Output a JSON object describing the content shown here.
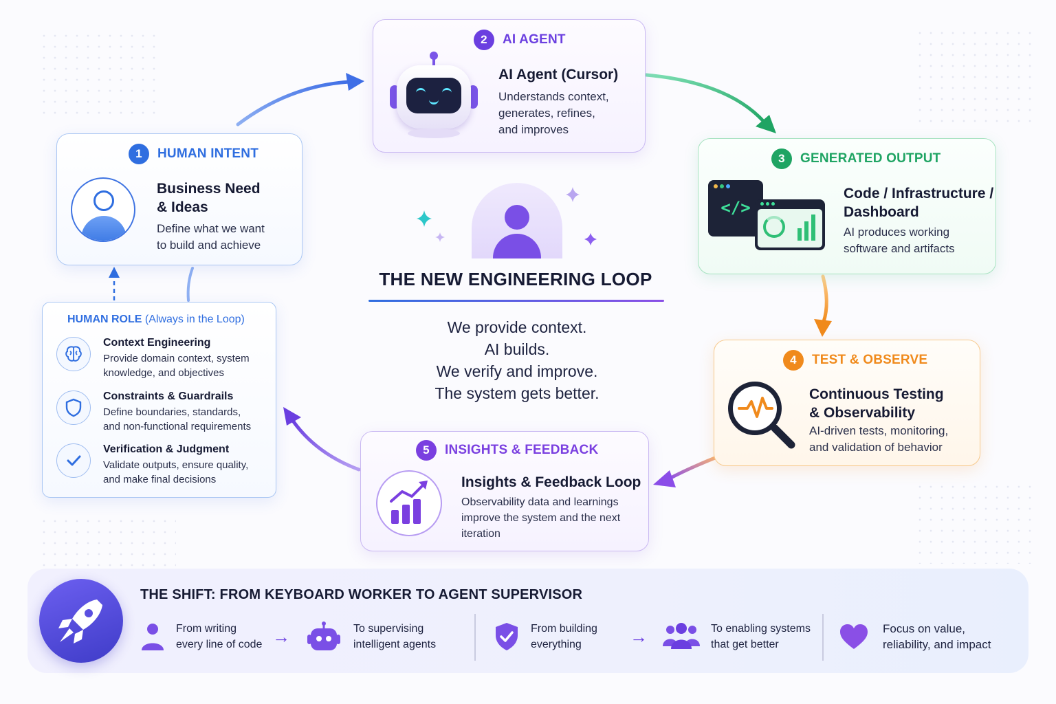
{
  "center": {
    "title": "THE NEW ENGINEERING LOOP",
    "lines": [
      "We provide context.",
      "AI builds.",
      "We verify and improve.",
      "The system gets better."
    ]
  },
  "steps": [
    {
      "num": "1",
      "label": "HUMAN INTENT",
      "title_lines": [
        "Business Need",
        "& Ideas"
      ],
      "desc_lines": [
        "Define what we want",
        "to build and achieve"
      ],
      "color": "#2f6ee0",
      "icon": "user-icon"
    },
    {
      "num": "2",
      "label": "AI AGENT",
      "title_lines": [
        "AI Agent (Cursor)"
      ],
      "desc_lines": [
        "Understands context,",
        "generates, refines,",
        "and improves"
      ],
      "color": "#6b3fe0",
      "icon": "robot-icon"
    },
    {
      "num": "3",
      "label": "GENERATED OUTPUT",
      "title_lines": [
        "Code / Infrastructure /",
        "Dashboard"
      ],
      "desc_lines": [
        "AI produces working",
        "software and artifacts"
      ],
      "color": "#1fa463",
      "icon": "code-window-icon"
    },
    {
      "num": "4",
      "label": "TEST & OBSERVE",
      "title_lines": [
        "Continuous Testing",
        "& Observability"
      ],
      "desc_lines": [
        "AI-driven tests, monitoring,",
        "and validation of behavior"
      ],
      "color": "#f08a1c",
      "icon": "magnifier-pulse-icon"
    },
    {
      "num": "5",
      "label": "INSIGHTS & FEEDBACK",
      "title_lines": [
        "Insights & Feedback Loop"
      ],
      "desc_lines": [
        "Observability data and learnings",
        "improve the system and the next",
        "iteration"
      ],
      "color": "#7a3fe0",
      "icon": "growth-chart-icon"
    }
  ],
  "human_role": {
    "title_bold": "HUMAN ROLE",
    "title_rest": "(Always in the Loop)",
    "items": [
      {
        "title": "Context Engineering",
        "desc_lines": [
          "Provide domain context, system",
          "knowledge, and objectives"
        ],
        "icon": "brain-icon"
      },
      {
        "title": "Constraints & Guardrails",
        "desc_lines": [
          "Define boundaries, standards,",
          "and non-functional requirements"
        ],
        "icon": "shield-icon"
      },
      {
        "title": "Verification & Judgment",
        "desc_lines": [
          "Validate outputs, ensure quality,",
          "and make final decisions"
        ],
        "icon": "check-icon"
      }
    ]
  },
  "shift": {
    "title": "THE SHIFT: FROM KEYBOARD WORKER TO AGENT SUPERVISOR",
    "items": [
      {
        "lines": [
          "From writing",
          "every line of code"
        ],
        "icon": "person-icon"
      },
      {
        "lines": [
          "To supervising",
          "intelligent agents"
        ],
        "icon": "robot-icon"
      },
      {
        "lines": [
          "From building",
          "everything"
        ],
        "icon": "shield-check-icon"
      },
      {
        "lines": [
          "To enabling systems",
          "that get better"
        ],
        "icon": "team-icon"
      },
      {
        "lines": [
          "Focus on value,",
          "reliability, and impact"
        ],
        "icon": "heart-icon"
      }
    ]
  },
  "colors": {
    "blue": "#2f6ee0",
    "purple": "#6b3fe0",
    "green": "#1fa463",
    "orange": "#f08a1c",
    "navy": "#161a33"
  }
}
